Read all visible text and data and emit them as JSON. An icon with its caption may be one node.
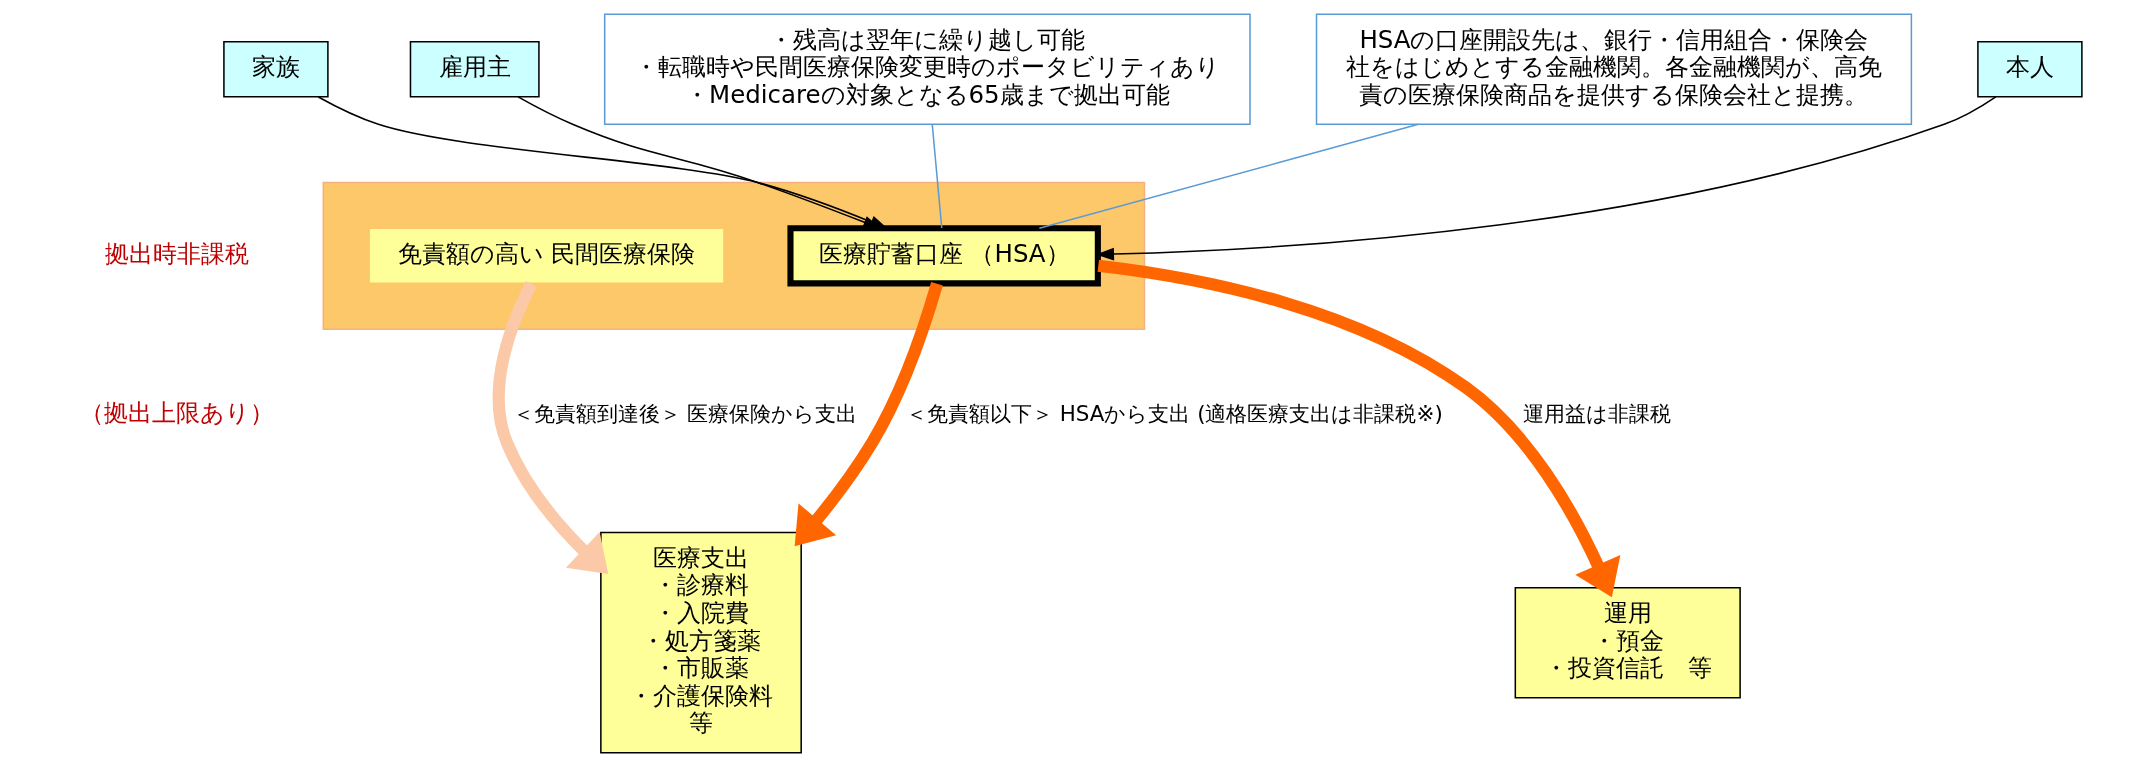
{
  "diagram": {
    "nodes": [
      {
        "text": [
          "本人"
        ]
      },
      {
        "text": [
          "家族"
        ]
      },
      {
        "text": [
          "雇用主"
        ]
      },
      {
        "text": [
          "・残高は翌年に繰り越し可能",
          "・転職時や民間医療保険変更時のポータビリティあり",
          "・Medicareの対象となる65歳まで拠出可能"
        ]
      },
      {
        "text": [],
        "shape": "box"
      },
      {
        "text": [
          "医療貯蓄口座 （HSA）"
        ],
        "in": 4
      },
      {
        "text": [
          "免責額の高い 民間医療保険"
        ],
        "in": 4
      },
      {
        "text": [
          "運用",
          "・預金",
          "・投資信託　等"
        ]
      },
      {
        "text": [
          "医療支出",
          "・診療料",
          "・入院費",
          "・処方箋薬",
          "・市販薬",
          "・介護保険料",
          "等"
        ]
      },
      {
        "text": [
          "HSAの口座開設先は、銀行・信用組合・保険会社をはじめとする金融機関。各金融機関が、高免責の医療保険商品を提供する保険会社と提携。"
        ]
      }
    ],
    "edges": [
      {
        "from": 0,
        "to": 5,
        "arrow": "to"
      },
      {
        "from": 1,
        "to": 5,
        "arrow": "to"
      },
      {
        "from": 2,
        "to": 5,
        "arrow": "to"
      },
      {
        "from": 5,
        "to": 7,
        "arrow": "to",
        "label": "運用益は非課税",
        "style": "thick",
        "color": "#ff6600"
      },
      {
        "from": 5,
        "to": 8,
        "arrow": "to",
        "label": "＜免責額以下＞ HSAから支出 (適格医療支出は非課税※)",
        "style": "thick",
        "color": "#ff6600"
      },
      {
        "from": 6,
        "to": 8,
        "arrow": "to",
        "label": "＜免責額到達後＞ 医療保険から支出",
        "style": "thick",
        "color": "#fbc9a8"
      },
      {
        "from": 3,
        "to": 5,
        "arrow": "none",
        "color": "#5b9bd5"
      },
      {
        "from": 9,
        "to": 5,
        "arrow": "none",
        "color": "#5b9bd5"
      }
    ],
    "labels": [
      "拠出時非課税",
      "（拠出上限あり）"
    ]
  }
}
